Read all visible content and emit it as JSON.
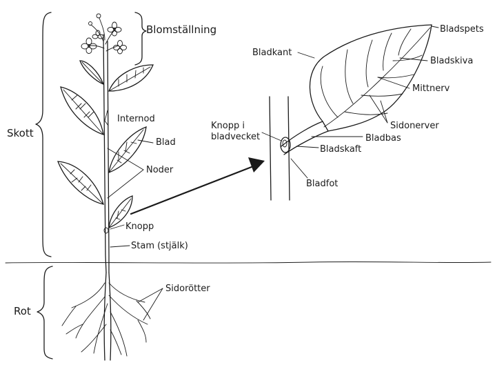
{
  "labels": {
    "blomstallning": "Blomställning",
    "skott": "Skott",
    "internod": "Internod",
    "blad": "Blad",
    "noder": "Noder",
    "knopp": "Knopp",
    "stam": "Stam (stjälk)",
    "rot": "Rot",
    "sidorotter": "Sidorötter",
    "bladkant": "Bladkant",
    "bladspets": "Bladspets",
    "bladskiva": "Bladskiva",
    "mittnerv": "Mittnerv",
    "sidonerver": "Sidonerver",
    "knopp_i_bladvecket_1": "Knopp i",
    "knopp_i_bladvecket_2": "bladvecket",
    "bladbas": "Bladbas",
    "bladskaft": "Bladskaft",
    "bladfot": "Bladfot"
  }
}
